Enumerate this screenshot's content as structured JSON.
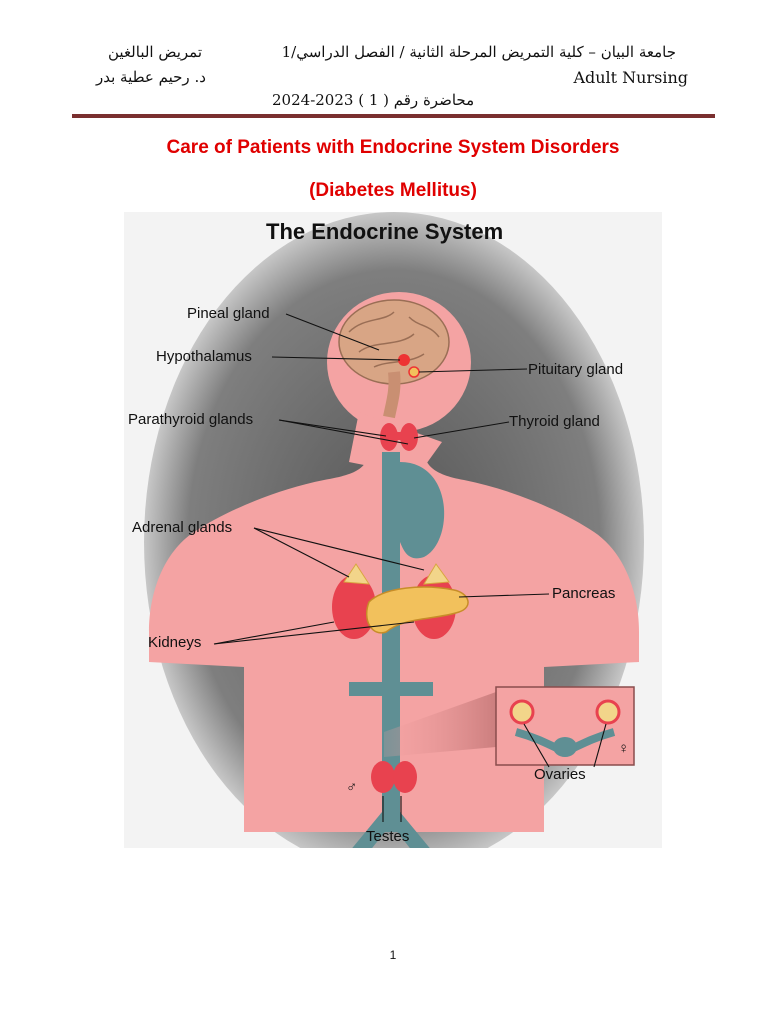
{
  "header": {
    "ar_university_line": "جامعة البيان – كلية التمريض المرحلة الثانية / الفصل الدراسي/1",
    "ar_course": "تمريض البالغين",
    "en_course": "Adult Nursing",
    "ar_lecturer": "د. رحيم عطية بدر",
    "ar_lecture": "محاضرة رقم ( 1 ) 2023-2024"
  },
  "title": {
    "line1": "Care of Patients with Endocrine System Disorders",
    "line2": "(Diabetes Mellitus)"
  },
  "figure": {
    "title": "The Endocrine System",
    "labels": {
      "pineal": "Pineal gland",
      "hypothalamus": "Hypothalamus",
      "pituitary": "Pituitary gland",
      "parathyroid": "Parathyroid glands",
      "thyroid": "Thyroid gland",
      "adrenal": "Adrenal glands",
      "pancreas": "Pancreas",
      "kidneys": "Kidneys",
      "ovaries": "Ovaries",
      "testes": "Testes",
      "male_symbol": "♂",
      "female_symbol": "♀"
    },
    "colors": {
      "body": "#f4a3a3",
      "vessels": "#5f8f94",
      "kidney": "#e8424f",
      "pancreas": "#f2c15c"
    }
  },
  "footer": {
    "page_number": "1"
  }
}
